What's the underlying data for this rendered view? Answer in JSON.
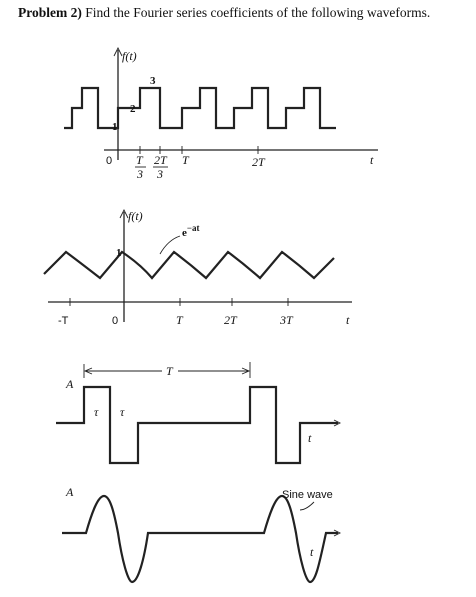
{
  "problem": {
    "number": "Problem 2)",
    "text": " Find the Fourier series coefficients of the following waveforms."
  },
  "figure1": {
    "ylabel": "f(t)",
    "levels": [
      "1",
      "2",
      "3"
    ],
    "origin": "0",
    "tick_t3_num": "T",
    "tick_t3_den": "3",
    "tick_2t3_num": "2T",
    "tick_2t3_den": "3",
    "tick_t": "T",
    "tick_2t": "2T",
    "xlabel": "t"
  },
  "figure2": {
    "ylabel": "f(t)",
    "annotation": "e",
    "annotation_sup": "−at",
    "level": "1",
    "tick_neg_t": "-T",
    "origin": "0",
    "tick_t": "T",
    "tick_2t": "2T",
    "tick_3t": "3T",
    "xlabel": "t"
  },
  "figure3": {
    "amplitude": "A",
    "period": "T",
    "tau1": "τ",
    "tau2": "τ",
    "xlabel": "t"
  },
  "figure4": {
    "amplitude": "A",
    "annotation": "Sine wave",
    "xlabel": "t"
  }
}
